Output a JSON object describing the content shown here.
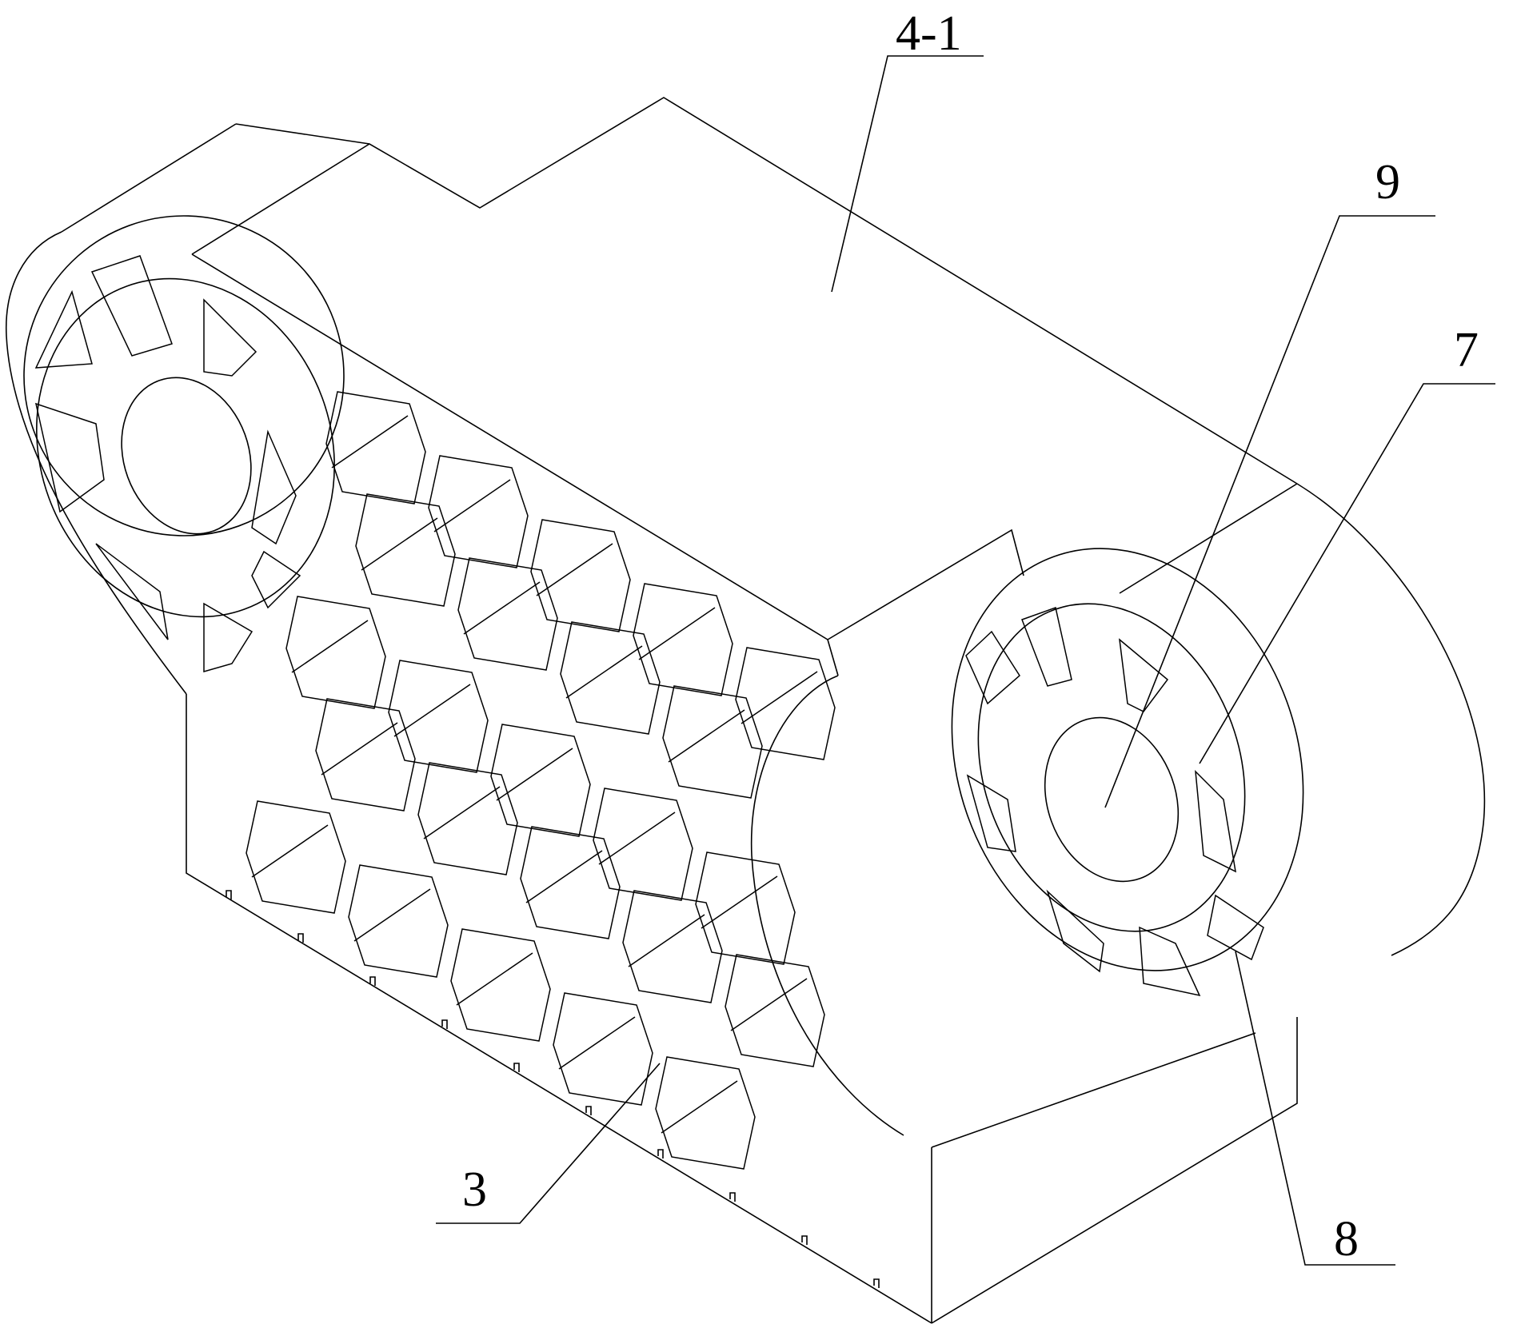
{
  "figure": {
    "labels": {
      "body_top": "4-1",
      "bore": "9",
      "end_ring": "7",
      "spoke_cavity": "8",
      "honeycomb": "3"
    },
    "line_color": "#000000",
    "background": "#ffffff"
  }
}
